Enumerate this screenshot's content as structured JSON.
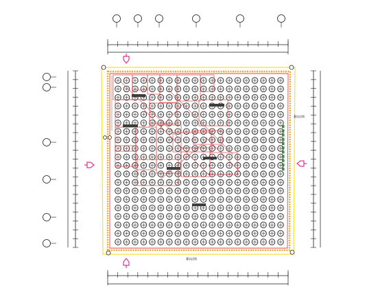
{
  "drawing": {
    "pile_grid": {
      "columns": 20,
      "rows": 20
    },
    "colors": {
      "dim_line": "#1a1a1a",
      "pile_outline": "#222222",
      "pile_fill": "#f2f2f2",
      "boundary_red": "#e8423b",
      "boundary_orange": "#f5a623",
      "boundary_yellow": "#f7df3c",
      "zone_red": "#e0464a",
      "section_marker": "#e6007e",
      "well_green": "#3a8f3a",
      "tag_dark": "#3d3d3d"
    }
  },
  "annotations": {
    "right_note": "基坑边线",
    "bottom_note": "基坑边线"
  }
}
